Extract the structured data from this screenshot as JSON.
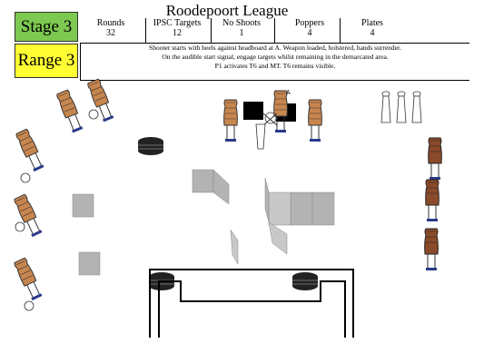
{
  "header": {
    "title": "Roodepoort League",
    "stage_label": "Stage 3",
    "range_label": "Range 3",
    "colors": {
      "stage": "#7dc850",
      "range": "#ffff33"
    }
  },
  "stats": [
    {
      "label": "Rounds",
      "value": "32"
    },
    {
      "label": "IPSC Targets",
      "value": "12"
    },
    {
      "label": "No Shoots",
      "value": "1"
    },
    {
      "label": "Poppers",
      "value": "4"
    },
    {
      "label": "Plates",
      "value": "4"
    }
  ],
  "description": [
    "Shooter starts with heels against headboard at A. Weapon loaded, holstered, hands surrender.",
    "On the audible start signal, engage targets whilst remaining in the demarcated area.",
    "P1 activates T6 and MT. T6 remains visible."
  ],
  "labels": {
    "start_marker": "A"
  }
}
